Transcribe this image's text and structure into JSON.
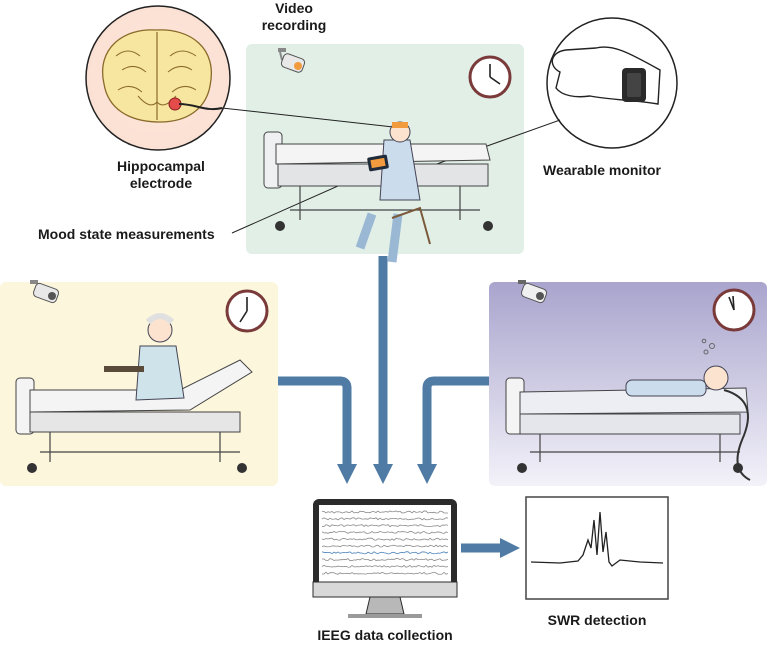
{
  "labels": {
    "video_recording": [
      "Video",
      "recording"
    ],
    "hippocampal_electrode": [
      "Hippocampal",
      "electrode"
    ],
    "wearable_monitor": "Wearable monitor",
    "mood_state": "Mood state measurements",
    "ieeg": "IEEG data collection",
    "swr": "SWR detection"
  },
  "colors": {
    "arrow": "#4f7ba5",
    "panel_top": "#e1efe7",
    "panel_left": "#fcf6dc",
    "panel_right_top": "#a9a4cd",
    "panel_right_bottom": "#f3f2f9",
    "eeg_trace": "#8a8a8a",
    "eeg_trace_highlight": "#4a82b8",
    "brain": "#f7e6a0",
    "electrode": "#e44b4b"
  },
  "icons": [
    "camera-icon",
    "clock-icon",
    "brain-icon",
    "wristwatch-icon",
    "tablet-icon",
    "monitor-icon",
    "bed-icon",
    "patient-icon"
  ]
}
